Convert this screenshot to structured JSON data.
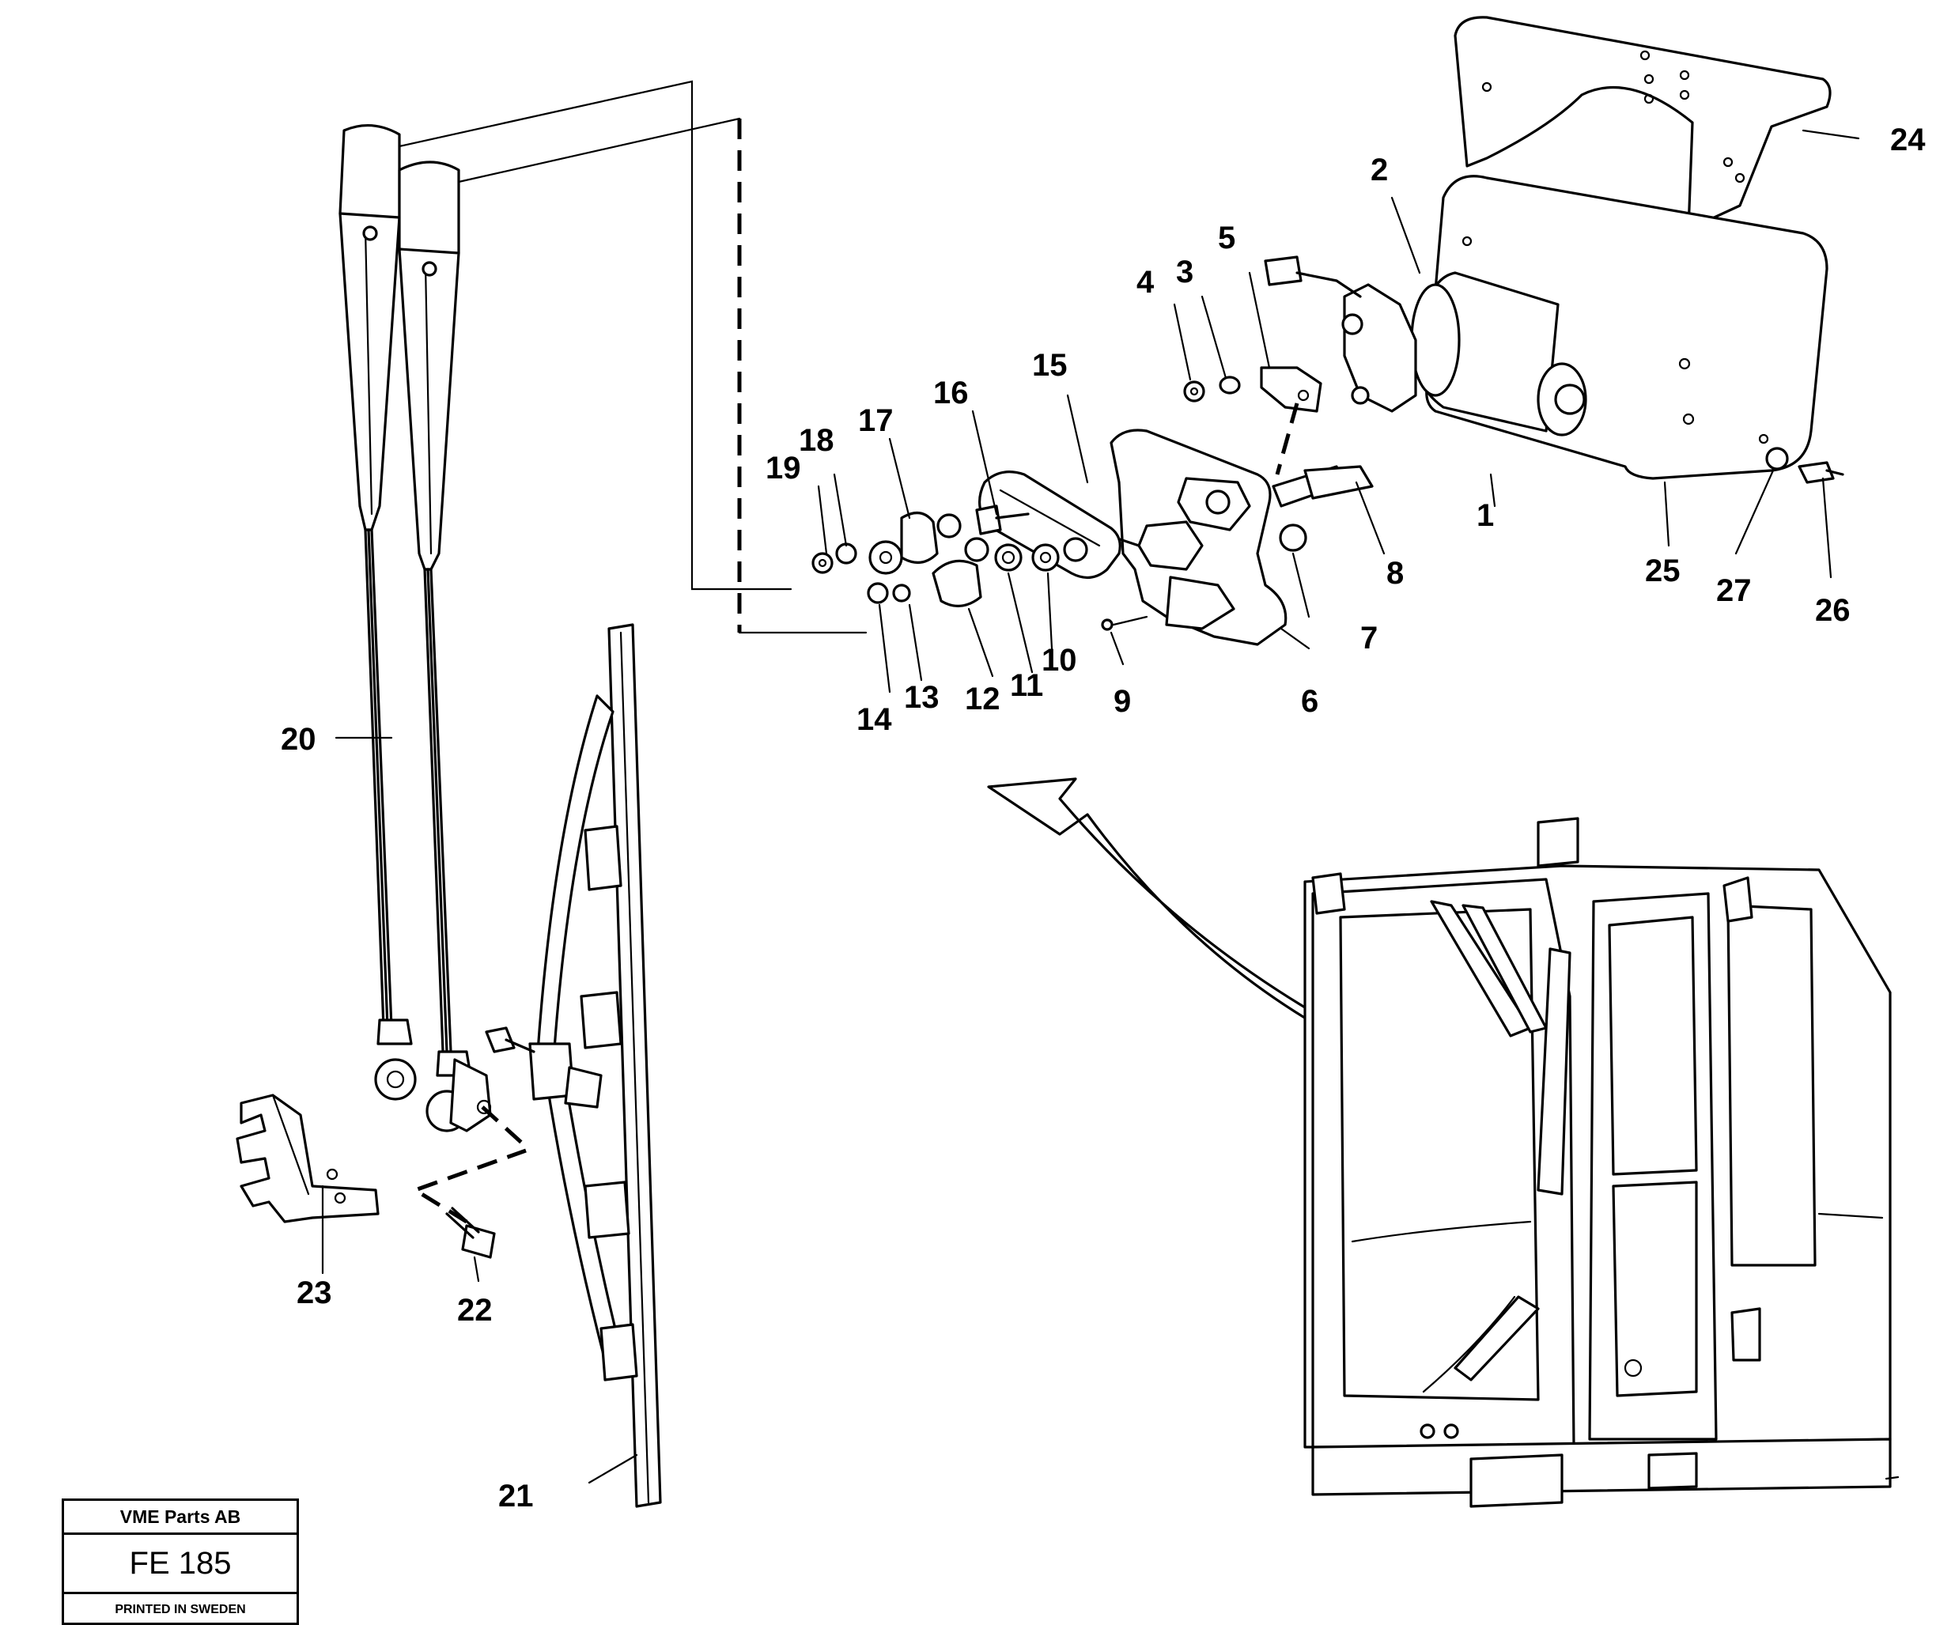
{
  "stamp": {
    "company": "VME Parts AB",
    "code": "FE 185",
    "printed": "PRINTED IN SWEDEN"
  },
  "callouts": [
    "1",
    "2",
    "3",
    "4",
    "5",
    "6",
    "7",
    "8",
    "9",
    "10",
    "11",
    "12",
    "13",
    "14",
    "15",
    "16",
    "17",
    "18",
    "19",
    "20",
    "21",
    "22",
    "23",
    "24",
    "25",
    "26",
    "27"
  ]
}
